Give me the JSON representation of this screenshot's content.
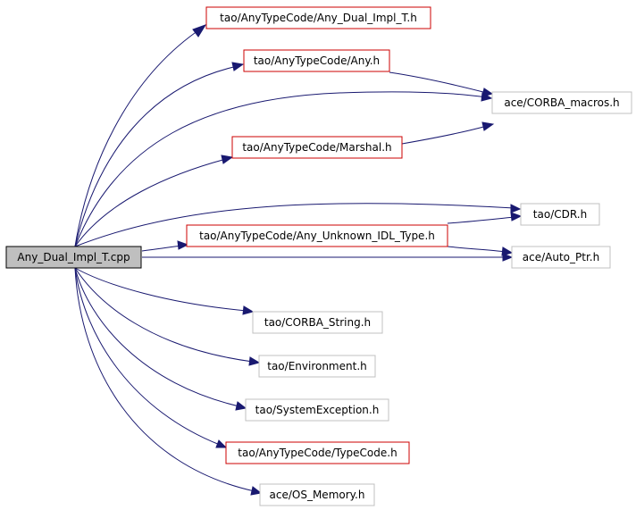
{
  "colors": {
    "edge": "#191970",
    "source_fill": "#bfbfbf",
    "source_border": "#000000",
    "red_border": "#cc0000",
    "gray_border": "#c0c0c0",
    "node_fill": "#ffffff"
  },
  "nodes": {
    "source": "Any_Dual_Impl_T.cpp",
    "any_dual_impl_t_h": "tao/AnyTypeCode/Any_Dual_Impl_T.h",
    "any_h": "tao/AnyTypeCode/Any.h",
    "corba_macros_h": "ace/CORBA_macros.h",
    "marshal_h": "tao/AnyTypeCode/Marshal.h",
    "cdr_h": "tao/CDR.h",
    "any_unknown_idl_type_h": "tao/AnyTypeCode/Any_Unknown_IDL_Type.h",
    "auto_ptr_h": "ace/Auto_Ptr.h",
    "corba_string_h": "tao/CORBA_String.h",
    "environment_h": "tao/Environment.h",
    "system_exception_h": "tao/SystemException.h",
    "typecode_h": "tao/AnyTypeCode/TypeCode.h",
    "os_memory_h": "ace/OS_Memory.h"
  }
}
